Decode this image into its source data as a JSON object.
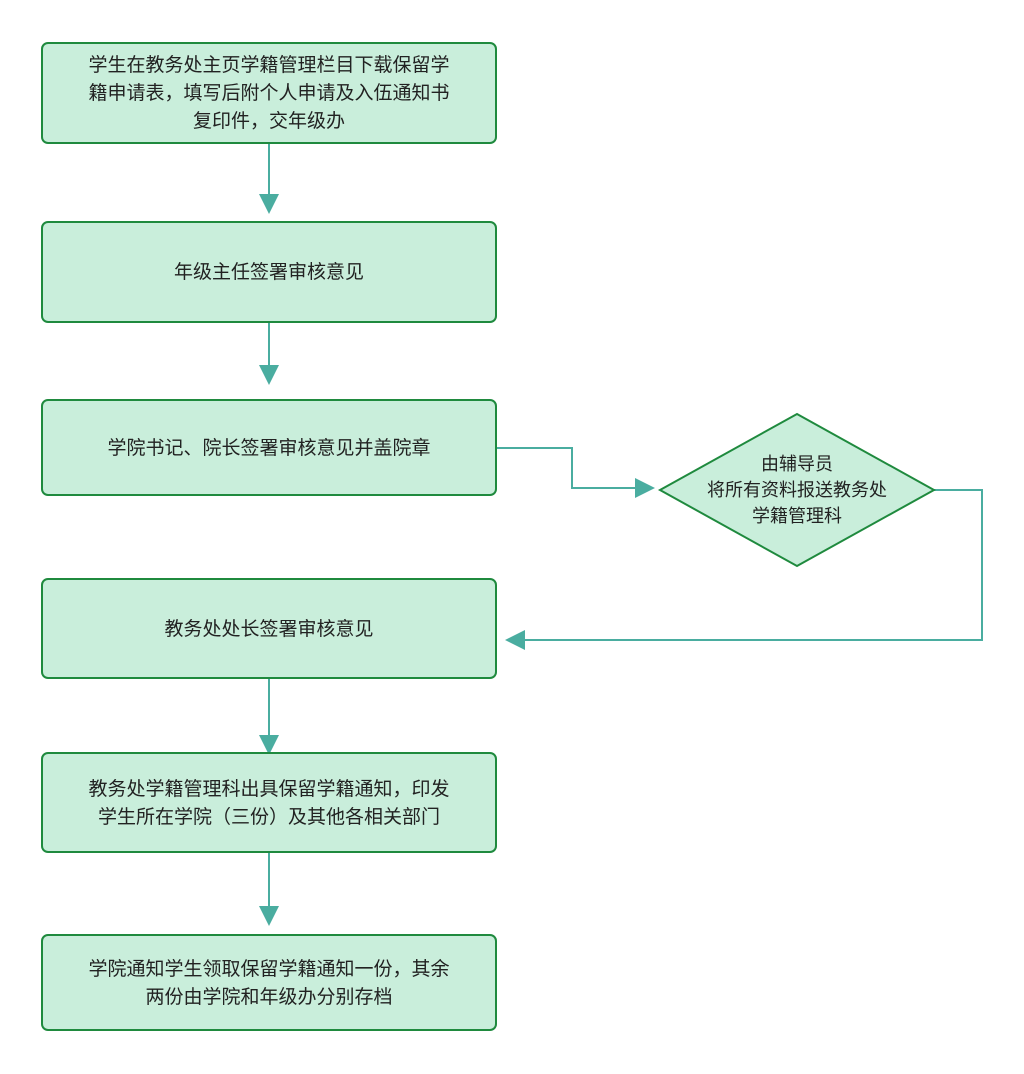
{
  "flowchart": {
    "steps": {
      "apply": {
        "lines": [
          "学生在教务处主页学籍管理栏目下载保留学",
          "籍申请表，填写后附个人申请及入伍通知书",
          "复印件，交年级办"
        ]
      },
      "grade_review": {
        "lines": [
          "年级主任签署审核意见"
        ]
      },
      "college_review": {
        "lines": [
          "学院书记、院长签署审核意见并盖院章"
        ]
      },
      "counselor_submit": {
        "lines": [
          "由辅导员",
          "将所有资料报送教务处",
          "学籍管理科"
        ]
      },
      "director_review": {
        "lines": [
          "教务处处长签署审核意见"
        ]
      },
      "notice_issue": {
        "lines": [
          "教务处学籍管理科出具保留学籍通知，印发",
          "学生所在学院（三份）及其他各相关部门"
        ]
      },
      "archive": {
        "lines": [
          "学院通知学生领取保留学籍通知一份，其余",
          "两份由学院和年级办分别存档"
        ]
      }
    },
    "colors": {
      "box_fill": "#c9eedb",
      "box_border": "#1f8a3e",
      "arrow": "#4aada0",
      "text": "#222222"
    }
  }
}
